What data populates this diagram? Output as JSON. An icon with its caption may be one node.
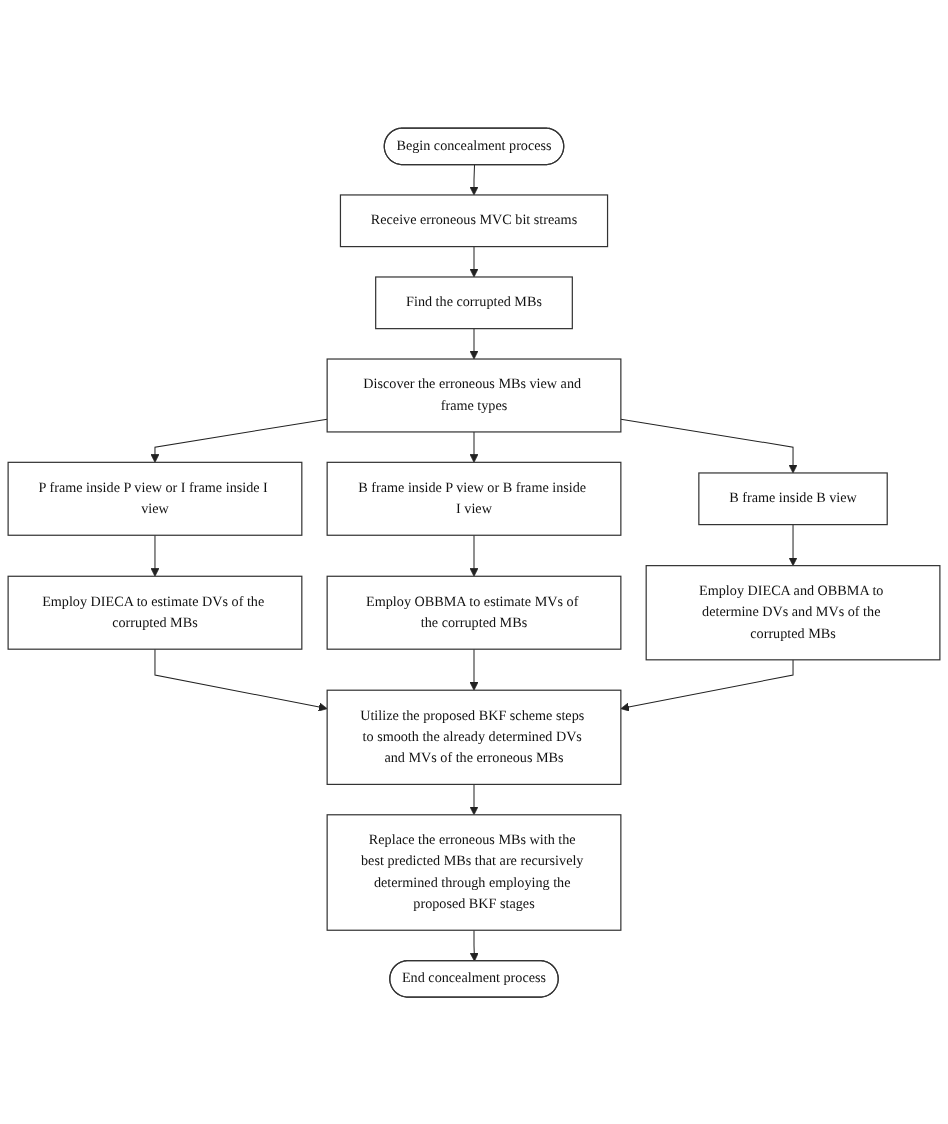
{
  "diagram": {
    "nodes": [
      {
        "text": [
          "Begin concealment process"
        ]
      },
      {
        "text": [
          "Receive erroneous MVC bit streams"
        ]
      },
      {
        "text": [
          "Find the corrupted MBs"
        ]
      },
      {
        "text": [
          "Discover the erroneous MBs view and frame types"
        ]
      },
      {
        "text": [
          "P frame inside P view or I frame inside I view"
        ]
      },
      {
        "text": [
          "B frame inside P view or B frame inside I view"
        ]
      },
      {
        "text": [
          "B frame inside B view"
        ]
      },
      {
        "text": [
          "Employ DIECA to estimate DVs of the corrupted MBs"
        ]
      },
      {
        "text": [
          "Employ OBBMA to estimate MVs of the corrupted MBs"
        ]
      },
      {
        "text": [
          "Employ DIECA and OBBMA to determine DVs and MVs of the corrupted MBs"
        ]
      },
      {
        "text": [
          "Utilize the proposed BKF scheme steps to smooth the already determined DVs and MVs of the erroneous MBs"
        ]
      },
      {
        "text": [
          "Replace the erroneous MBs with the best predicted MBs that are recursively determined through employing the proposed BKF stages"
        ]
      },
      {
        "text": [
          "End concealment process"
        ]
      }
    ],
    "edges": [
      {
        "from": 0,
        "to": 1,
        "arrow": "to"
      },
      {
        "from": 1,
        "to": 2,
        "arrow": "to"
      },
      {
        "from": 2,
        "to": 3,
        "arrow": "to"
      },
      {
        "from": 3,
        "to": 4,
        "arrow": "to"
      },
      {
        "from": 3,
        "to": 5,
        "arrow": "to"
      },
      {
        "from": 3,
        "to": 6,
        "arrow": "to"
      },
      {
        "from": 4,
        "to": 7,
        "arrow": "to"
      },
      {
        "from": 5,
        "to": 8,
        "arrow": "to"
      },
      {
        "from": 6,
        "to": 9,
        "arrow": "to"
      },
      {
        "from": 7,
        "to": 10,
        "arrow": "to"
      },
      {
        "from": 8,
        "to": 10,
        "arrow": "to"
      },
      {
        "from": 9,
        "to": 10,
        "arrow": "to"
      },
      {
        "from": 10,
        "to": 11,
        "arrow": "to"
      },
      {
        "from": 11,
        "to": 12,
        "arrow": "to"
      }
    ]
  }
}
